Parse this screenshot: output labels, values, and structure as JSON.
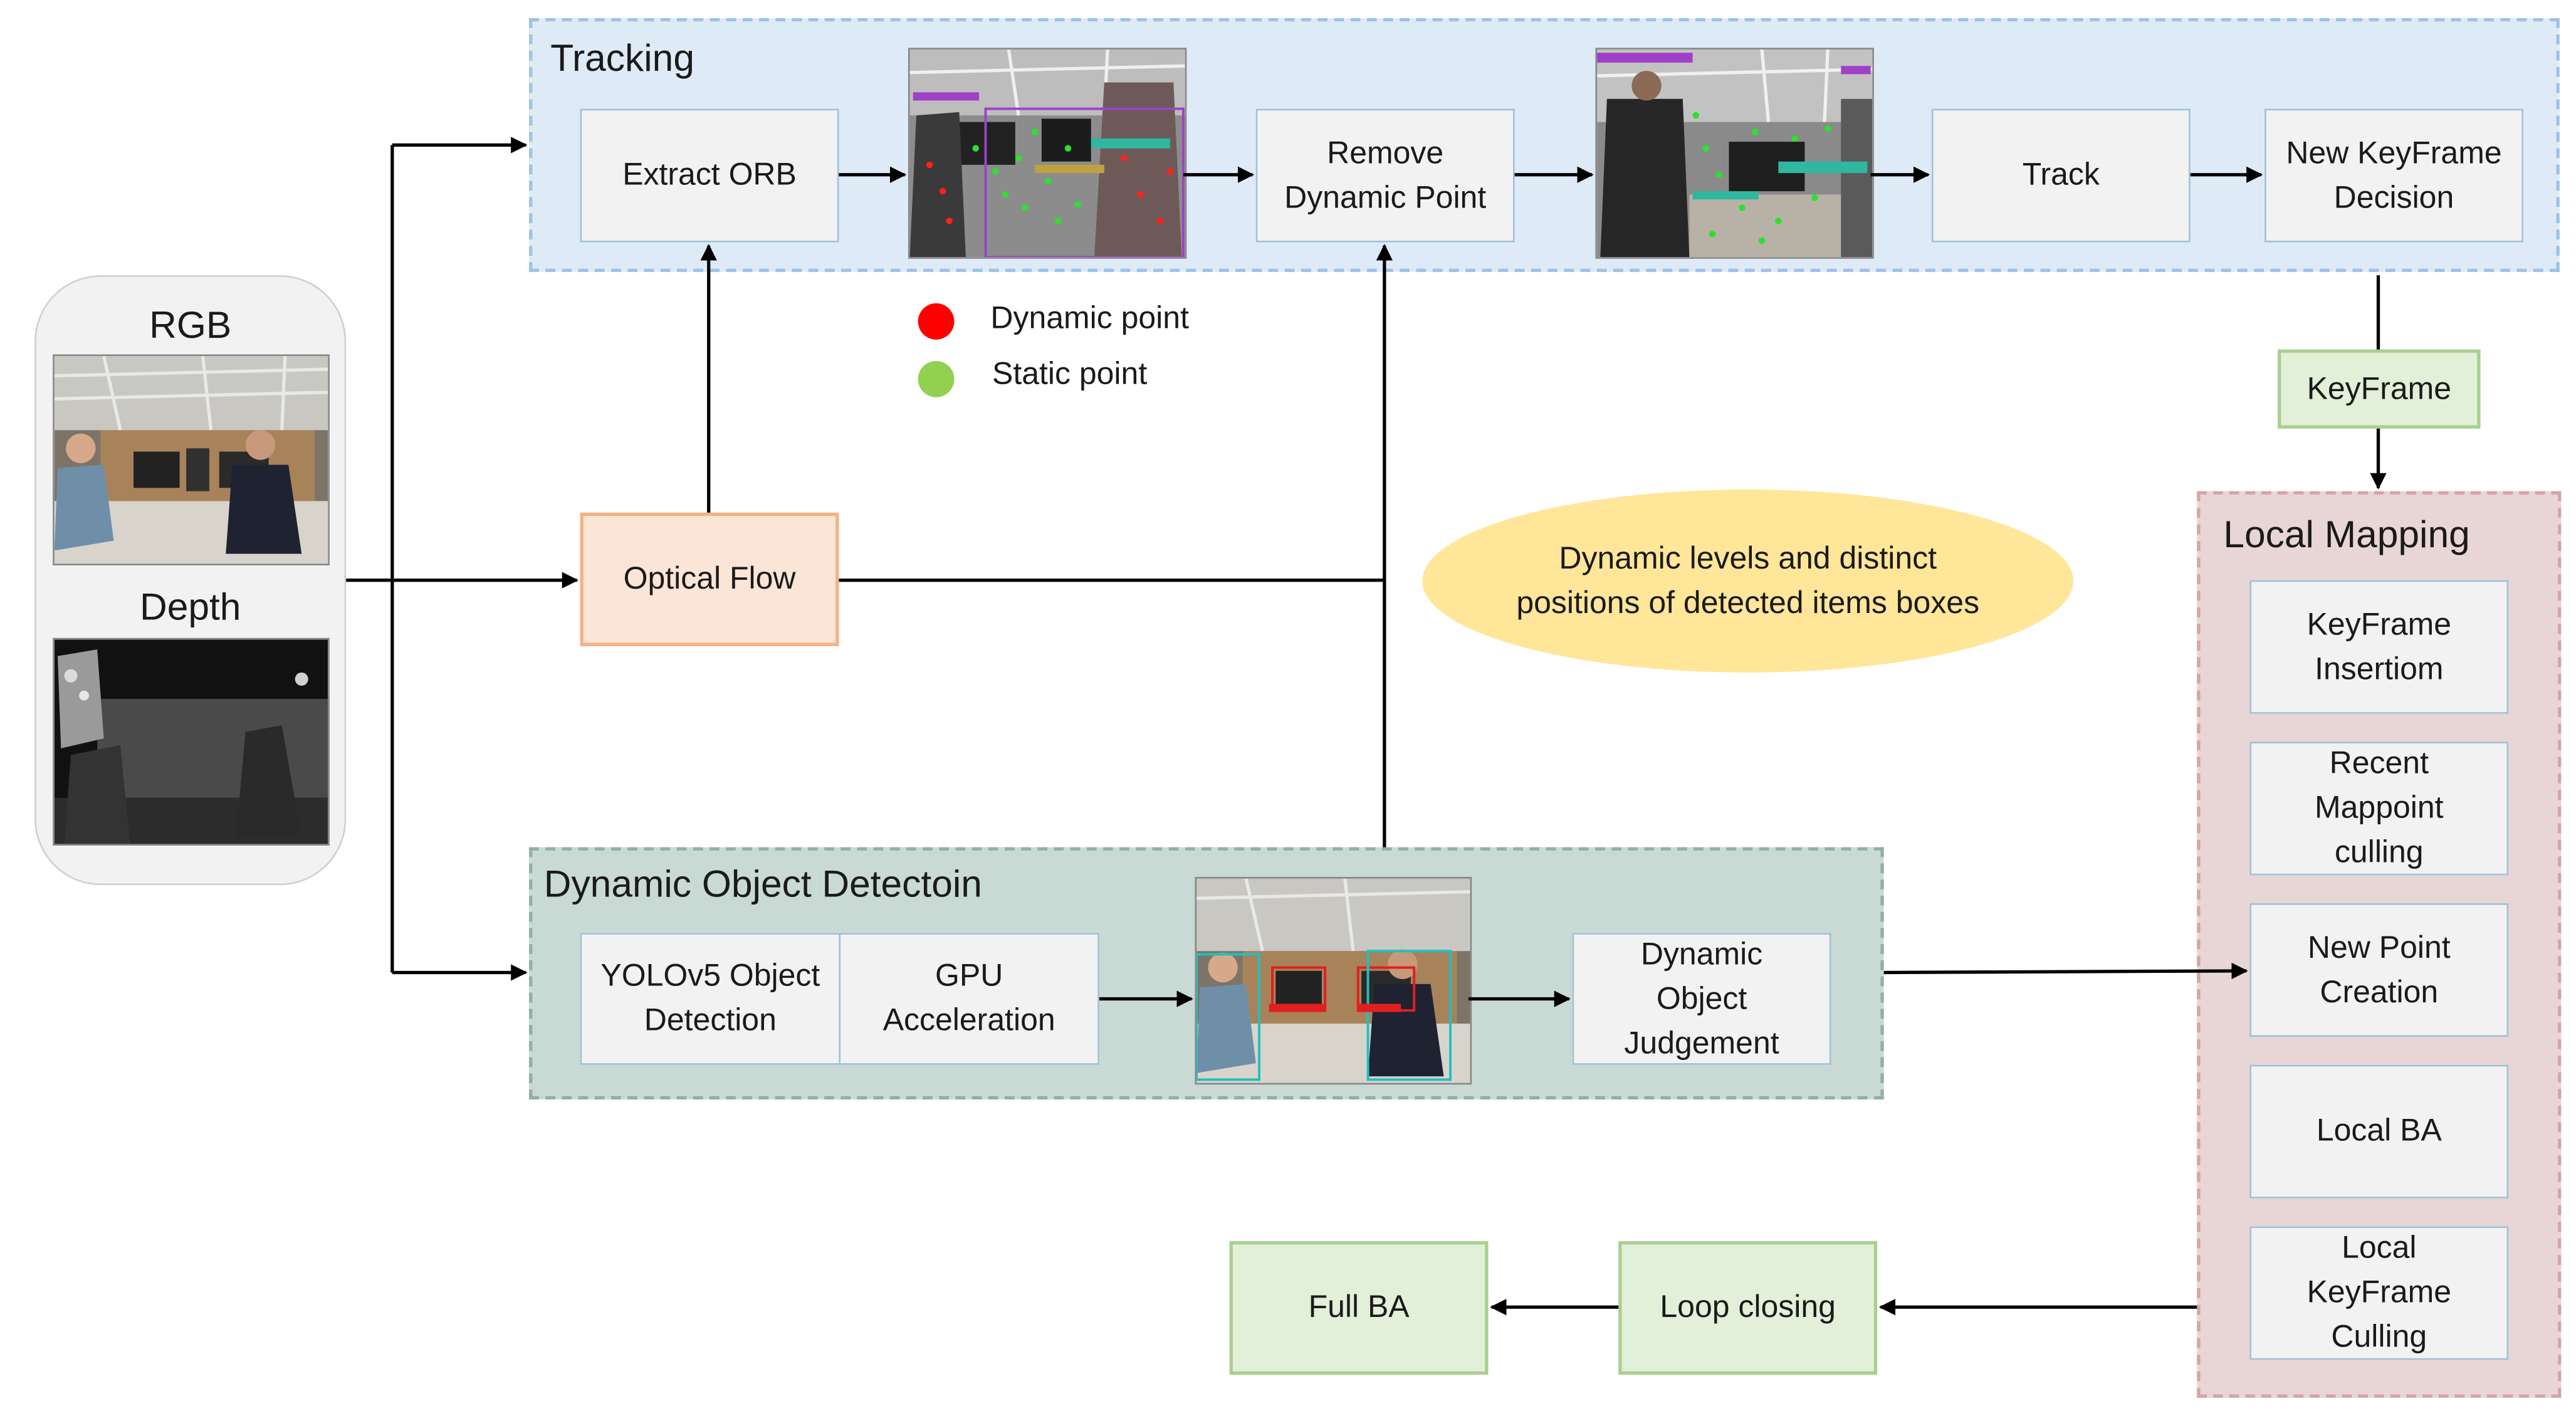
{
  "input": {
    "rgb_label": "RGB",
    "depth_label": "Depth"
  },
  "tracking": {
    "title": "Tracking",
    "extract_orb": "Extract ORB",
    "remove_dynamic": "Remove\nDynamic Point",
    "track": "Track",
    "new_keyframe": "New KeyFrame\nDecision"
  },
  "legend": {
    "dynamic": {
      "label": "Dynamic point",
      "color": "#ff0000"
    },
    "static": {
      "label": "Static point",
      "color": "#92d050"
    }
  },
  "keyframe": "KeyFrame",
  "optical_flow": "Optical Flow",
  "note": "Dynamic levels and distinct\npositions of detected items boxes",
  "detection": {
    "title": "Dynamic Object Detectoin",
    "yolo": "YOLOv5 Object\nDetection",
    "gpu": "GPU\nAcceleration",
    "judgement": "Dynamic\nObject\nJudgement"
  },
  "local_mapping": {
    "title": "Local Mapping",
    "items": [
      "KeyFrame\nInsertiom",
      "Recent\nMappoint\nculling",
      "New Point\nCreation",
      "Local BA",
      "Local\nKeyFrame\nCulling"
    ]
  },
  "loop": {
    "full_ba": "Full BA",
    "loop_closing": "Loop closing"
  },
  "colors": {
    "tracking_bg": "#deebf7",
    "tracking_border": "#9dc3e6",
    "detection_bg": "#c9dad5",
    "detection_border": "#8fb0a8",
    "mapping_bg": "#e8d5d5",
    "mapping_border": "#d4a5a5",
    "optical_bg": "#fbe5d6",
    "optical_border": "#f4b183",
    "note_bg": "#ffe699",
    "input_bg": "#f2f2f2"
  }
}
